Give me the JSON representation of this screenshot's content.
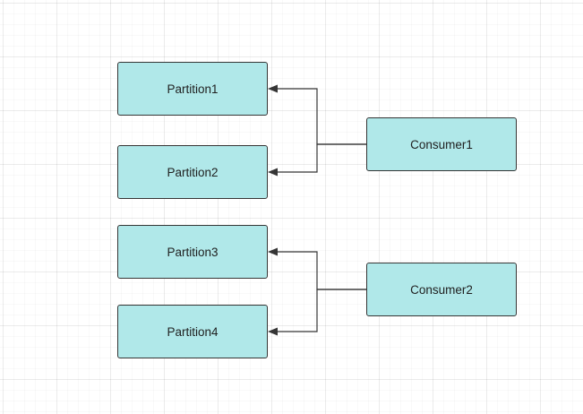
{
  "diagram": {
    "colors": {
      "node_fill": "#b0e8e9",
      "node_border": "#353535",
      "connector": "#353535",
      "text": "#1f1f1f",
      "grid": "#eeeeee"
    },
    "nodes": [
      {
        "id": "partition1",
        "label": "Partition1"
      },
      {
        "id": "partition2",
        "label": "Partition2"
      },
      {
        "id": "partition3",
        "label": "Partition3"
      },
      {
        "id": "partition4",
        "label": "Partition4"
      },
      {
        "id": "consumer1",
        "label": "Consumer1"
      },
      {
        "id": "consumer2",
        "label": "Consumer2"
      }
    ],
    "edges": [
      {
        "from": "consumer1",
        "to": "partition1",
        "arrow": "end"
      },
      {
        "from": "consumer1",
        "to": "partition2",
        "arrow": "end"
      },
      {
        "from": "consumer2",
        "to": "partition3",
        "arrow": "end"
      },
      {
        "from": "consumer2",
        "to": "partition4",
        "arrow": "end"
      }
    ]
  }
}
